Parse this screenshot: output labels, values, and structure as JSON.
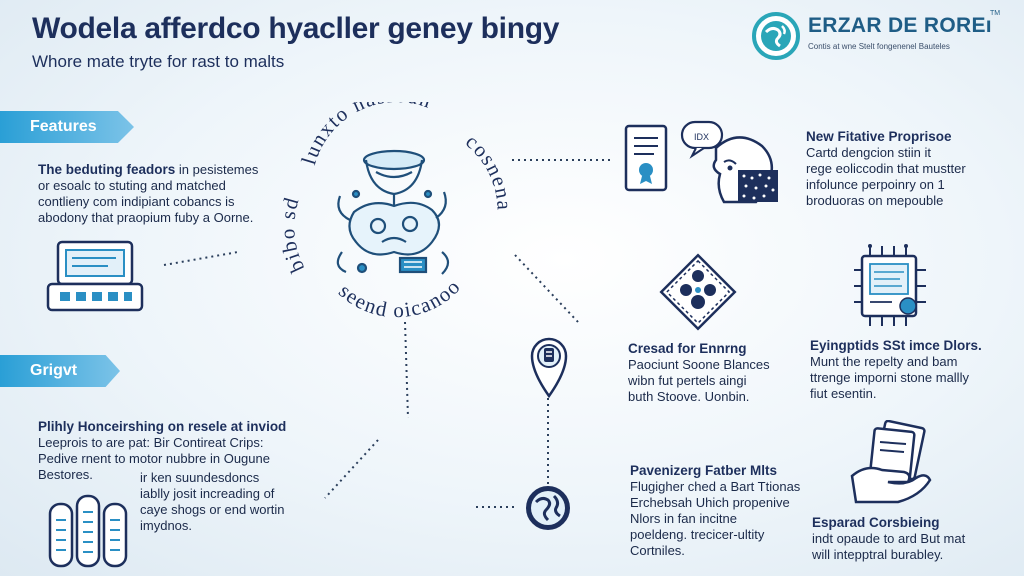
{
  "header": {
    "title": "Wodela afferdco hyacller geney bingy",
    "subtitle": "Whore mate tryte for rast to malts"
  },
  "brand": {
    "name": "ERZAR DE ROREı",
    "trademark": "TM",
    "tagline": "Contis at wne Stelt fongenenel Bauteles"
  },
  "tags": {
    "features": "Features",
    "grigvt": "Grigvt"
  },
  "center_emblem": {
    "arc_top": "lunxto nasroan",
    "arc_right": "cosnena",
    "arc_bottom": "seend oicanoo",
    "arc_left": "bibo sd"
  },
  "blocks": {
    "features": {
      "heading": "The beduting feadors",
      "heading_rest": "in pesistemes",
      "lines": [
        "or esoalc to stuting and matched",
        "contlieny com indipiant cobancs is",
        "abodony that praopium fuby a Oorne."
      ]
    },
    "grigvt": {
      "heading": "Plihly Honceirshing on resele at inviod",
      "lines": [
        "Leeprois to are pat: Bir Contireat Crips:",
        "Pedive rnent to motor nubbre in Ougune",
        "Bestores."
      ],
      "side_lines": [
        "ir ken suundesdoncs",
        "iablly josit increading of",
        "caye shogs or end wortin",
        "imydnos."
      ]
    },
    "new_fitative": {
      "heading": "New Fitative Proprisoe",
      "lines": [
        "Cartd dengcion stiin it",
        "rege eoliccodin that mustter",
        "infolunce perpoinry on 1",
        "broduoras on mepouble"
      ]
    },
    "cresad": {
      "heading": "Cresad for Ennrng",
      "lines": [
        "Paociunt Soone Blances",
        "wibn fut pertels aingi",
        "buth Stoove. Uonbin."
      ]
    },
    "eyingptids": {
      "heading": "Eyingptids SSt imce Dlors.",
      "lines": [
        "Munt the repelty and bam",
        "ttrenge imporni stone mallly",
        "fiut esentin."
      ]
    },
    "pavenizerg": {
      "heading": "Pavenizerg Fatber Mlts",
      "lines": [
        "Flugigher ched a Bart Ttionas",
        "Erchebsah Uhich propenive",
        "Nlors in fan incitne",
        "poeldeng. trecicer-ultity",
        "Cortniles."
      ]
    },
    "esparad": {
      "heading": "Esparad Corsbieing",
      "lines": [
        "indt opaude to ard But mat",
        "will intepptral burabley."
      ]
    }
  }
}
